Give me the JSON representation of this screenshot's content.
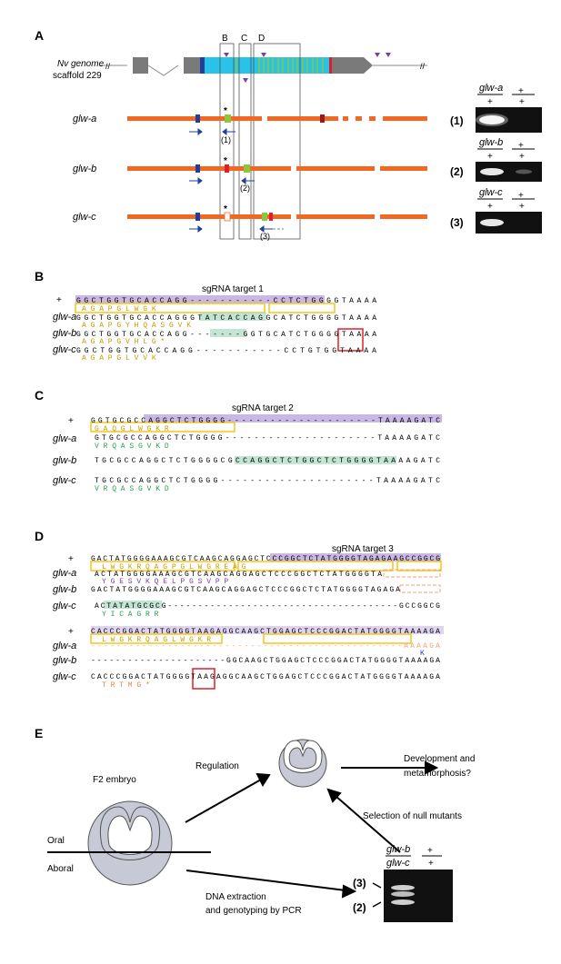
{
  "panels": {
    "a": "A",
    "b": "B",
    "c": "C",
    "d": "D",
    "e": "E"
  },
  "panel_a": {
    "genome_label": "Nv genome",
    "scaffold_label": "scaffold 229",
    "box_labels": [
      "B",
      "C",
      "D"
    ],
    "transcripts": [
      "glw-a",
      "glw-b",
      "glw-c"
    ],
    "primer_labels": [
      "(1)",
      "(2)",
      "(3)"
    ],
    "gel_numbers": [
      "(1)",
      "(2)",
      "(3)"
    ],
    "gel_headers": [
      {
        "mut": "glw-a",
        "wt": "+"
      },
      {
        "mut": "glw-b",
        "wt": "+"
      },
      {
        "mut": "glw-c",
        "wt": "+"
      }
    ],
    "plus": "+",
    "asterisk": "*"
  },
  "panel_b": {
    "title": "sgRNA target 1",
    "rows": [
      {
        "label": "+",
        "seq": "GGCTGGTGCACCAGG-----------CCTCTGGGGTAAAA",
        "aa": "A    G    A    P    G              L    W    G    K"
      },
      {
        "label": "glw-a",
        "seq": "GGCTGGTGCACCAGGGTATCACCAGGCATCTGGGGTAAAA",
        "aa": "A    G    A    P    G    Y    H    Q    A    S    G    V    K"
      },
      {
        "label": "glw-b",
        "seq": "GGCTGGTGCACCAGG-------GGTGCATCTGGGGTAAAA",
        "aa": "A    G    A    P    G          V    H    L    G    *"
      },
      {
        "label": "glw-c",
        "seq": "GGCTGGTGCACCAGG-----------CCTGTGGTAAAA",
        "aa": "A    G    A    P    G              L    V    V    K"
      }
    ]
  },
  "panel_c": {
    "title": "sgRNA target 2",
    "rows": [
      {
        "label": "+",
        "seq": "GGTGCGCCAGGCTCTGGGG---------------------TAAAAGATC",
        "aa": "G    A    Q    G    L    W    G                          K    R"
      },
      {
        "label": "glw-a",
        "seq": "GTGCGCCAGGCTCTGGGG---------------------TAAAAGATC",
        "aa": "V    R    Q    A    S    G                          V    K    D"
      },
      {
        "label": "glw-b",
        "seq": "TGCGCCAGGCTCTGGGGCGCCAGGCTCTGGCTCTGGGGTAAAAGATC",
        "aa": ""
      },
      {
        "label": "glw-c",
        "seq": "TGCGCCAGGCTCTGGGG---------------------TAAAAGATC",
        "aa": "V    R    Q    A    S    G                          V    K    D"
      }
    ]
  },
  "panel_d": {
    "title": "sgRNA target 3",
    "rows": [
      {
        "label": "+",
        "seq": "GACTATGGGGAAAGCGTCAAGCAGGAGCTCCCGGCTCTATGGGGTAGAGAAGCCGGCG",
        "aa": "L  W  G  K  R  Q  A  G  P  G  L  W  G  R  E  A  G"
      },
      {
        "label": "glw-a",
        "seq": "ACTATGGGGAAAGCGTCAAGCAGGAGCTCCCGGCTCTATGGGGTA",
        "aa": "Y  G  E  S  V  K  Q  E  L  P  G  S  V  P  P"
      },
      {
        "label": "glw-b",
        "seq": "GACTATGGGGAAAGCGTCAAGCAGGAGCTCCCGGCTCTATGGGGTAGAGA",
        "aa": ""
      },
      {
        "label": "glw-c",
        "seq": "ACTATATGCGCG--------------------------------------GCCGGCG",
        "aa": "Y  I  C  A                               G  R  R"
      },
      {
        "label": "+",
        "seq": "CACCCGGACTATGGGGTAAGAGGCAAGCTGGAGCTCCCGGACTATGGGGTAAAAGA",
        "aa": "L  W  G  K  R  Q  A  G  L  W  G  K  R"
      },
      {
        "label": "glw-a",
        "seq": "-------------------------------------------------AAAAGA",
        "aa": "K"
      },
      {
        "label": "glw-b",
        "seq": "----------------------GGCAAGCTGGAGCTCCCGGACTATGGGGTAAAAGA",
        "aa": ""
      },
      {
        "label": "glw-c",
        "seq": "CACCCGGACTATGGGGTAAGAGGCAAGCTGGAGCTCCCGGACTATGGGGTAAAAGA",
        "aa": "T  R  T  M  G  *"
      }
    ]
  },
  "panel_e": {
    "regulation": "Regulation",
    "embryo_label": "F2 embryo",
    "oral": "Oral",
    "aboral": "Aboral",
    "development": "Development and",
    "metamorphosis": "metamorphosis?",
    "selection": "Selection of null mutants",
    "dna1": "DNA extraction",
    "dna2": "and genotyping by PCR",
    "gel_mut_top": "glw-b",
    "gel_mut_bottom": "glw-c",
    "gel_wt": "+",
    "band3": "(3)",
    "band2": "(2)"
  },
  "colors": {
    "orange": "#f26722",
    "cyan": "#29c2e8",
    "green": "#8cc63f",
    "purple_highlight": "#c9b8e6",
    "yellow_box": "#f5c518",
    "red": "#e21f26",
    "blue_arrow": "#1f3f9a",
    "gray": "#7a7a7a",
    "embryo": "#c7cad6"
  }
}
